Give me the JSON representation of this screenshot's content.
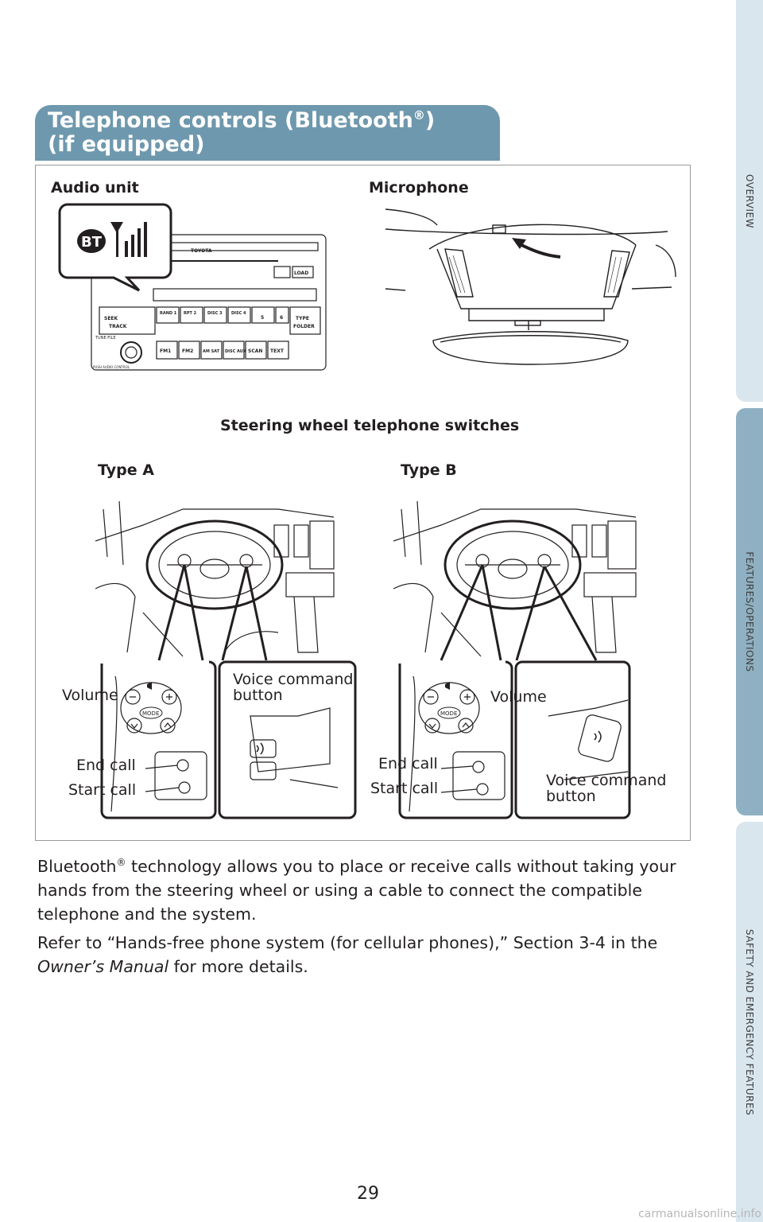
{
  "side_tabs": [
    "OVERVIEW",
    "FEATURES/OPERATIONS",
    "SAFETY AND EMERGENCY FEATURES"
  ],
  "title": {
    "line1": "Telephone controls (Bluetooth",
    "reg": "®",
    "line1_end": ")",
    "line2": "(if equipped)"
  },
  "figure": {
    "audio_unit_label": "Audio unit",
    "microphone_label": "Microphone",
    "steering_label": "Steering wheel telephone switches",
    "type_a_label": "Type A",
    "type_b_label": "Type B",
    "type_a": {
      "volume": "Volume",
      "voice_command": "Voice command button",
      "end_call": "End call",
      "start_call": "Start call"
    },
    "type_b": {
      "volume": "Volume",
      "voice_command": "Voice command button",
      "end_call": "End call",
      "start_call": "Start call"
    },
    "radio": {
      "bt": "BT",
      "brand": "TOYOTA",
      "load": "LOAD",
      "seek": "SEEK",
      "track": "TRACK",
      "type": "TYPE",
      "folder": "FOLDER",
      "tune_file": "TUNE·FILE",
      "push_audio_control": "PUSH AUDIO CONTROL",
      "presets": [
        "RAND 1",
        "RPT 2",
        "DISC 3",
        "DISC 4",
        "5",
        "6"
      ],
      "bottom_buttons": [
        "FM1",
        "FM2",
        "AM SAT",
        "DISC AUX",
        "SCAN",
        "TEXT"
      ],
      "mode": "MODE"
    }
  },
  "body": {
    "p1_start": "Bluetooth",
    "p1_reg": "®",
    "p1_rest": " technology allows you to place or receive calls without taking your hands from the steering wheel or using a cable to connect the compatible telephone and the system.",
    "p2_start": "Refer to “Hands-free phone system (for cellular phones),” Section 3-4 in the ",
    "p2_italic": "Owner’s Manual",
    "p2_end": " for more details."
  },
  "page_number": "29",
  "watermark": "carmanualsonline.info"
}
